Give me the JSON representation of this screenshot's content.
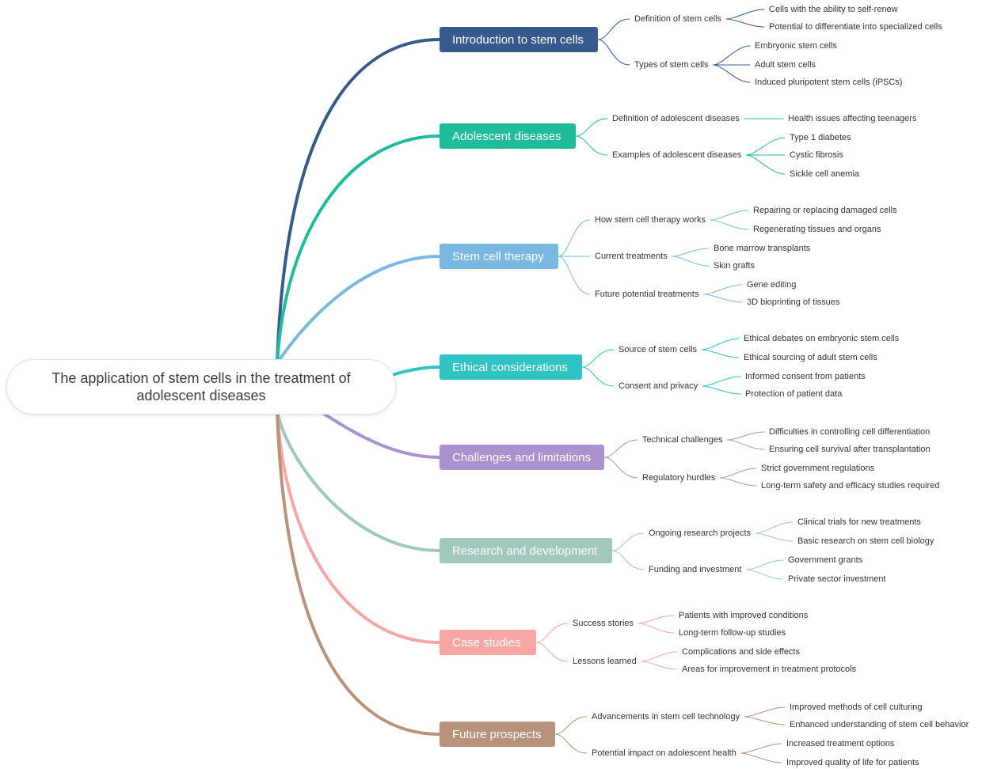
{
  "root": {
    "title": "The application of stem cells in the treatment of adolescent diseases"
  },
  "branches": [
    {
      "label": "Introduction to stem cells",
      "color": "#355a8c",
      "children": [
        {
          "label": "Definition of stem cells",
          "children": [
            "Cells with the ability to self-renew",
            "Potential to differentiate into specialized cells"
          ]
        },
        {
          "label": "Types of stem cells",
          "children": [
            "Embryonic stem cells",
            "Adult stem cells",
            "Induced pluripotent stem cells (iPSCs)"
          ]
        }
      ]
    },
    {
      "label": "Adolescent diseases",
      "color": "#1fbc9b",
      "children": [
        {
          "label": "Definition of adolescent diseases",
          "children": [
            "Health issues affecting teenagers"
          ]
        },
        {
          "label": "Examples of adolescent diseases",
          "children": [
            "Type 1 diabetes",
            "Cystic fibrosis",
            "Sickle cell anemia"
          ]
        }
      ]
    },
    {
      "label": "Stem cell therapy",
      "color": "#7ab8e4",
      "children": [
        {
          "label": "How stem cell therapy works",
          "children": [
            "Repairing or replacing damaged cells",
            "Regenerating tissues and organs"
          ]
        },
        {
          "label": "Current treatments",
          "children": [
            "Bone marrow transplants",
            "Skin grafts"
          ]
        },
        {
          "label": "Future potential treatments",
          "children": [
            "Gene editing",
            "3D bioprinting of tissues"
          ]
        }
      ]
    },
    {
      "label": "Ethical considerations",
      "color": "#2fc4c3",
      "children": [
        {
          "label": "Source of stem cells",
          "children": [
            "Ethical debates on embryonic stem cells",
            "Ethical sourcing of adult stem cells"
          ]
        },
        {
          "label": "Consent and privacy",
          "children": [
            "Informed consent from patients",
            "Protection of patient data"
          ]
        }
      ]
    },
    {
      "label": "Challenges and limitations",
      "color": "#a992cf",
      "children": [
        {
          "label": "Technical challenges",
          "children": [
            "Difficulties in controlling cell differentiation",
            "Ensuring cell survival after transplantation"
          ]
        },
        {
          "label": "Regulatory hurdles",
          "children": [
            "Strict government regulations",
            "Long-term safety and efficacy studies required"
          ]
        }
      ]
    },
    {
      "label": "Research and development",
      "color": "#a0c8bd",
      "children": [
        {
          "label": "Ongoing research projects",
          "children": [
            "Clinical trials for new treatments",
            "Basic research on stem cell biology"
          ]
        },
        {
          "label": "Funding and investment",
          "children": [
            "Government grants",
            "Private sector investment"
          ]
        }
      ]
    },
    {
      "label": "Case studies",
      "color": "#f7a6a4",
      "children": [
        {
          "label": "Success stories",
          "children": [
            "Patients with improved conditions",
            "Long-term follow-up studies"
          ]
        },
        {
          "label": "Lessons learned",
          "children": [
            "Complications and side effects",
            "Areas for improvement in treatment protocols"
          ]
        }
      ]
    },
    {
      "label": "Future prospects",
      "color": "#b8927a",
      "children": [
        {
          "label": "Advancements in stem cell technology",
          "children": [
            "Improved methods of cell culturing",
            "Enhanced understanding of stem cell behavior"
          ]
        },
        {
          "label": "Potential impact on adolescent health",
          "children": [
            "Increased treatment options",
            "Improved quality of life for patients"
          ]
        }
      ]
    }
  ]
}
